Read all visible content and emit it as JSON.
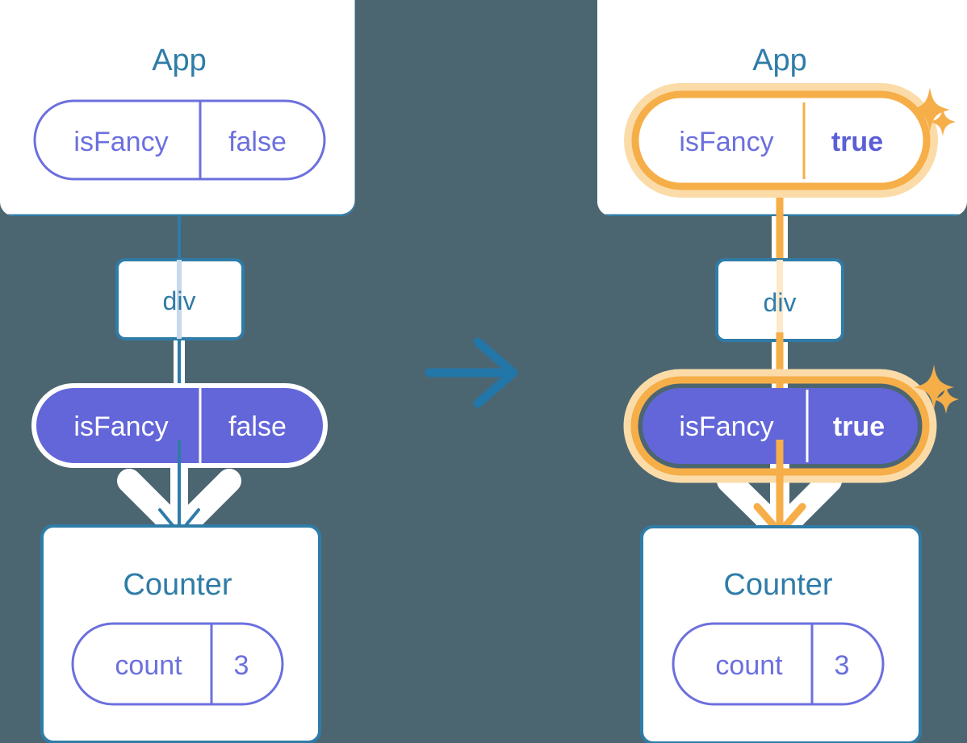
{
  "diagram": {
    "title_semantic": "react-state-propagation-diagram",
    "background_color": "#4C6671",
    "transition_arrow": "arrow-right",
    "colors": {
      "box_border": "#2F7CA8",
      "box_fill": "#FFFFFF",
      "pill_stroke": "#6C70DE",
      "pill_fill_active": "#6366D8",
      "highlight": "#F6AE48",
      "highlight_glow": "#FBDCA8",
      "text_blue": "#2F7CA8",
      "text_purple": "#6C70DE",
      "text_white": "#FFFFFF",
      "line_blue": "#2F7CA8",
      "line_white": "#FFFFFF"
    }
  },
  "panels": [
    {
      "id": "before",
      "app": {
        "label": "App",
        "prop": {
          "name": "isFancy",
          "value": "false",
          "highlighted": false,
          "filled": false
        }
      },
      "div": {
        "label": "div"
      },
      "passed_prop": {
        "name": "isFancy",
        "value": "false",
        "highlighted": false,
        "filled": true
      },
      "counter": {
        "label": "Counter",
        "prop": {
          "name": "count",
          "value": "3",
          "highlighted": false,
          "filled": false
        }
      },
      "sparkles": []
    },
    {
      "id": "after",
      "app": {
        "label": "App",
        "prop": {
          "name": "isFancy",
          "value": "true",
          "highlighted": true,
          "filled": false
        }
      },
      "div": {
        "label": "div"
      },
      "passed_prop": {
        "name": "isFancy",
        "value": "true",
        "highlighted": true,
        "filled": true
      },
      "counter": {
        "label": "Counter",
        "prop": {
          "name": "count",
          "value": "3",
          "highlighted": false,
          "filled": false
        }
      },
      "sparkles": [
        "sparkle-large",
        "sparkle-small",
        "sparkle-large",
        "sparkle-small"
      ]
    }
  ]
}
